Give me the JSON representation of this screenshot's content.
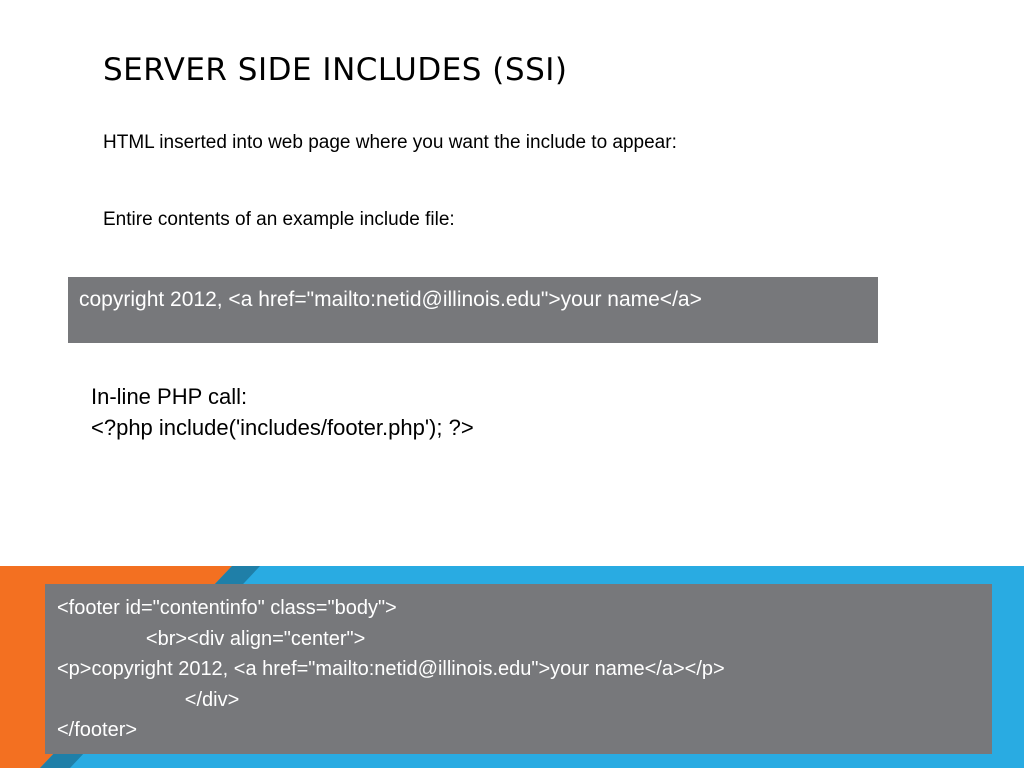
{
  "slide": {
    "title": "SERVER SIDE INCLUDES (SSI)",
    "subtitle_1": "HTML inserted into web page where you want the include to appear:",
    "subtitle_2": "Entire contents of an example include file:",
    "include_code": "copyright 2012, <a href=\"mailto:netid@illinois.edu\">your name</a>",
    "php_heading": "In-line PHP call:",
    "php_code": "<?php include('includes/footer.php'); ?>",
    "footer_code": [
      "<footer id=\"contentinfo\" class=\"body\">",
      "                <br><div align=\"center\">",
      "<p>copyright 2012, <a href=\"mailto:netid@illinois.edu\">your name</a></p>",
      "                       </div>",
      "</footer>"
    ]
  },
  "colors": {
    "code_background": "#77787b",
    "accent_orange": "#f37021",
    "accent_blue": "#29abe2",
    "accent_dark_blue": "#1f7fa8"
  }
}
